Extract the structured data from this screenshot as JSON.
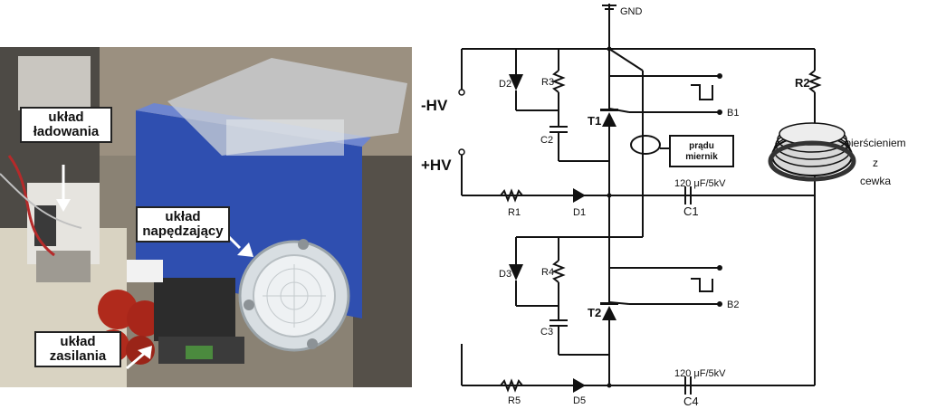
{
  "photo": {
    "callouts": [
      {
        "id": "charging",
        "line1": "układ",
        "line2": "ładowania"
      },
      {
        "id": "driving",
        "line1": "układ",
        "line2": "napędzający"
      },
      {
        "id": "power",
        "line1": "układ",
        "line2": "zasilania"
      }
    ]
  },
  "schematic": {
    "gnd": "GND",
    "minus_hv": "-HV",
    "plus_hv": "+HV",
    "resistors": {
      "r1": "R1",
      "r2": "R2",
      "r3": "R3",
      "r4": "R4",
      "r5": "R5"
    },
    "diodes": {
      "d1": "D1",
      "d2": "D2",
      "d3": "D3",
      "d5": "D5"
    },
    "capacitors": {
      "c1": "C1",
      "c2": "C2",
      "c3": "C3",
      "c4": "C4"
    },
    "cap_rating_1": "120 μF/5kV",
    "cap_rating_2": "120 μF/5kV",
    "thyristors": {
      "t1": "T1",
      "t2": "T2"
    },
    "gates": {
      "b1": "B1",
      "b2": "B2"
    },
    "meter_line1": "miernik",
    "meter_line2": "prądu",
    "coil_line1": "cewka",
    "coil_line2": "z",
    "coil_line3": "pierścieniem"
  },
  "colors": {
    "schematic_ink": "#111111",
    "panel_blue": "#2f4fb0",
    "terminal_red": "#b02a1c"
  }
}
